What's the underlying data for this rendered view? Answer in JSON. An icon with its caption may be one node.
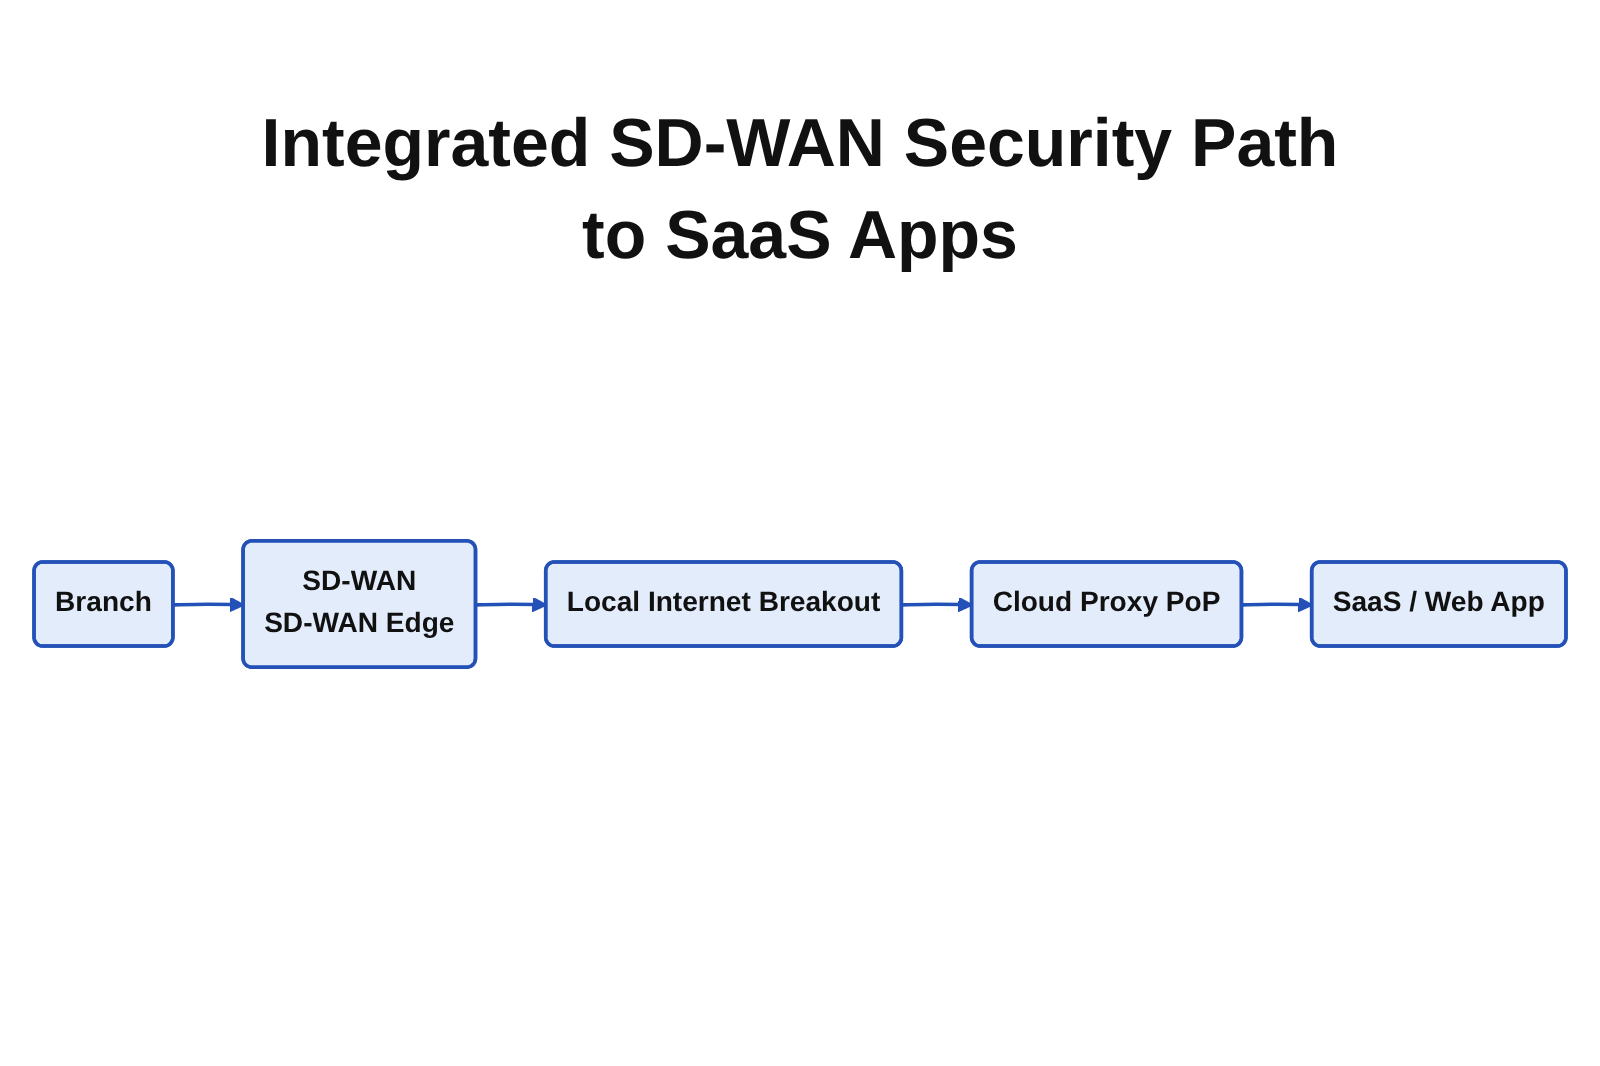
{
  "diagram": {
    "title": "Integrated SD-WAN Security Path to SaaS Apps",
    "nodes": [
      {
        "text": [
          "Branch"
        ]
      },
      {
        "text": [
          "SD-WAN",
          "SD-WAN Edge"
        ]
      },
      {
        "text": [
          "Local Internet Breakout"
        ]
      },
      {
        "text": [
          "Cloud Proxy PoP"
        ]
      },
      {
        "text": [
          "SaaS / Web App"
        ]
      }
    ],
    "edges": [
      {
        "from": 0,
        "to": 1,
        "arrow": "to"
      },
      {
        "from": 1,
        "to": 2,
        "arrow": "to"
      },
      {
        "from": 2,
        "to": 3,
        "arrow": "to"
      },
      {
        "from": 3,
        "to": 4,
        "arrow": "to"
      }
    ]
  }
}
